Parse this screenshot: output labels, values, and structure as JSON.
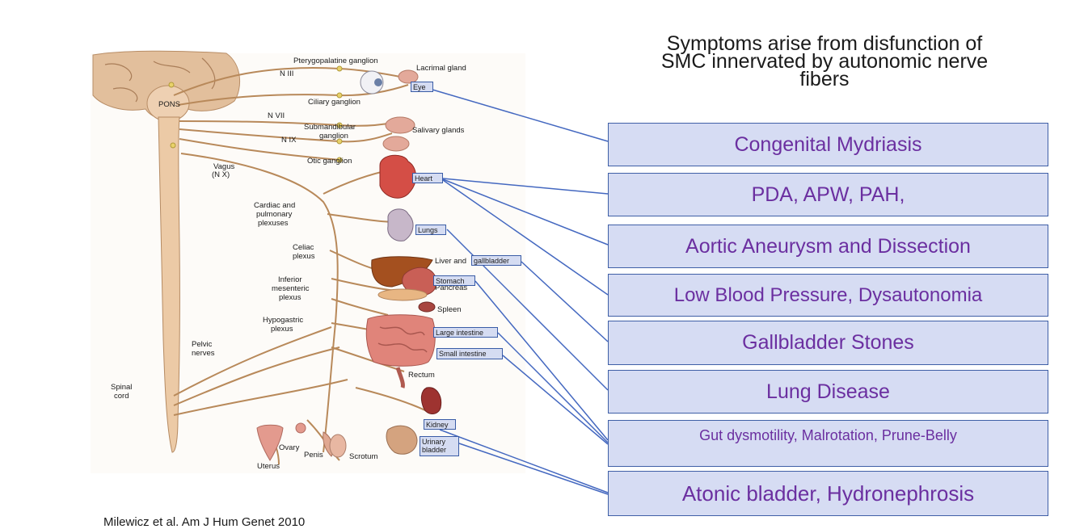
{
  "title": "Symptoms arise from disfunction of SMC innervated by autonomic nerve fibers",
  "title_lines": [
    "Symptoms arise from disfunction of",
    "SMC innervated by autonomic nerve",
    "fibers"
  ],
  "symptom_boxes": [
    {
      "label": "Congenital Mydriasis"
    },
    {
      "label": "PDA, APW, PAH,"
    },
    {
      "label": "Aortic Aneurysm and Dissection"
    },
    {
      "label": "Low Blood Pressure, Dysautonomia"
    },
    {
      "label": "Gallbladder Stones"
    },
    {
      "label": "Lung Disease"
    },
    {
      "label": "Gut dysmotility,  Malrotation,  Prune-Belly"
    },
    {
      "label": "Atonic bladder, Hydronephrosis"
    }
  ],
  "organ_labels": [
    {
      "label": "Eye"
    },
    {
      "label": "Heart"
    },
    {
      "label": "Lungs"
    },
    {
      "label": "gallbladder"
    },
    {
      "label": "Stomach"
    },
    {
      "label": "Large intestine"
    },
    {
      "label": "Small intestine"
    },
    {
      "label": "Kidney"
    },
    {
      "label": "Urinary bladder"
    }
  ],
  "anatomy_labels": {
    "pterygopalatine": "Pterygopalatine ganglion",
    "lacrimal": "Lacrimal gland",
    "n3": "N III",
    "pons": "PONS",
    "ciliary": "Ciliary ganglion",
    "n7": "N VII",
    "n9": "N IX",
    "submandibular": "Submandibular",
    "ganglion": "ganglion",
    "salivary": "Salivary glands",
    "otic": "Otic ganglion",
    "vagus": "Vagus",
    "vagus_nx": "(N X)",
    "cardiac": "Cardiac and",
    "pulmonary": "pulmonary",
    "plexuses": "plexuses",
    "celiac": "Celiac",
    "plexus1": "plexus",
    "liver": "Liver and",
    "inferior": "Inferior",
    "mesenteric": "mesenteric",
    "plexus2": "plexus",
    "pancreas": "Pancreas",
    "spleen": "Spleen",
    "hypogastric": "Hypogastric",
    "plexus3": "plexus",
    "pelvic": "Pelvic",
    "nerves": "nerves",
    "rectum": "Rectum",
    "spinal": "Spinal",
    "cord": "cord",
    "ovary": "Ovary",
    "penis": "Penis",
    "scrotum": "Scrotum",
    "uterus": "Uterus"
  },
  "citation": "Milewicz et al. Am J Hum Genet 2010",
  "colors": {
    "box_fill": "#d6dcf3",
    "box_border": "#3f5fa6",
    "box_text": "#6b2fa0",
    "connector": "#4468c0",
    "nerve": "#b8895a",
    "tissue": "#e8c39e"
  }
}
